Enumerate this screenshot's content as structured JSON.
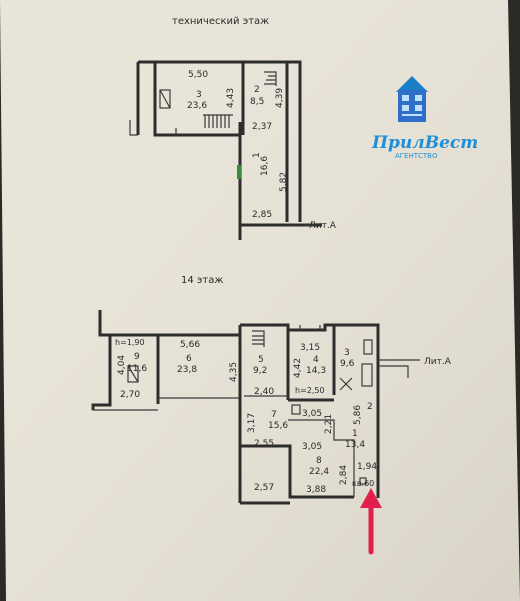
{
  "titles": {
    "tech_floor": "технический этаж",
    "floor14": "14 этаж",
    "lit_a": "Лит.А"
  },
  "logo": {
    "name": "ПрилВест",
    "sub": "АГЕНТСТВО",
    "colors": {
      "house": "#2f6fc9",
      "text": "#1f8fd6",
      "roof": "#1a7ec8"
    }
  },
  "tech": {
    "room3": {
      "num": "3",
      "area": "23,6"
    },
    "room2": {
      "num": "2",
      "area": "8,5"
    },
    "room1": {
      "num": "1",
      "area": "16,6"
    },
    "dims": {
      "d550": "5,50",
      "d443": "4,43",
      "d439": "4,39",
      "d237": "2,37",
      "d582": "5,82",
      "d285": "2,85"
    }
  },
  "floor14": {
    "r9": {
      "num": "9",
      "area": "11,6",
      "h": "h=1,90"
    },
    "r6": {
      "num": "6",
      "area": "23,8"
    },
    "r5": {
      "num": "5",
      "area": "9,2"
    },
    "r4": {
      "num": "4",
      "area": "14,3",
      "h": "h=2,50"
    },
    "r3": {
      "num": "3",
      "area": "9,6"
    },
    "r7": {
      "num": "7",
      "area": "15,6"
    },
    "r1": {
      "num": "1",
      "area": "13,4"
    },
    "r8": {
      "num": "8",
      "area": "22,4"
    },
    "r2": {
      "num": "2"
    },
    "dims": {
      "d404": "4,04",
      "d270": "2,70",
      "d566": "5,66",
      "d435": "4,35",
      "d240": "2,40",
      "d315": "3,15",
      "d442": "4,42",
      "d317": "3,17",
      "d255": "2,55",
      "d305a": "3,05",
      "d221": "2,21",
      "d305b": "3,05",
      "d586": "5,86",
      "d257": "2,57",
      "d388": "3,88",
      "d284": "2,84",
      "d194": "1,94"
    },
    "kv": "кв.60"
  }
}
